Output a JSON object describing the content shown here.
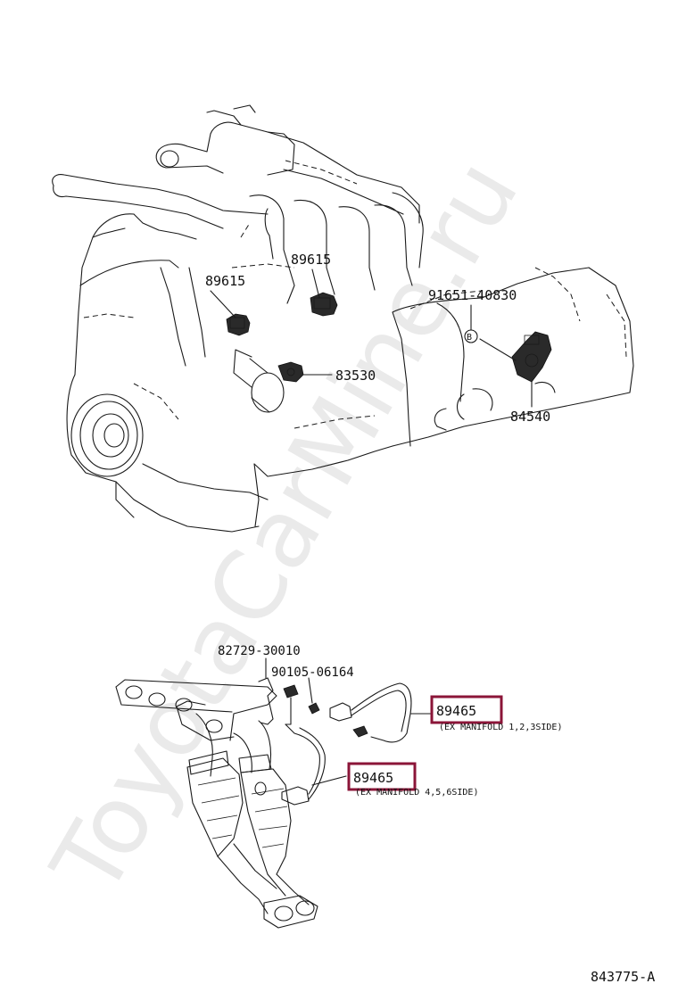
{
  "watermark": "ToyotaCarMine.ru",
  "engine_section": {
    "labels": {
      "sensor_left": "89615",
      "sensor_right": "89615",
      "bolt": "91651-40830",
      "circle_marker": "B",
      "oil_switch": "83530",
      "sensor_rear": "84540"
    }
  },
  "exhaust_section": {
    "labels": {
      "bracket": "82729-30010",
      "clamp": "90105-06164",
      "o2_sensor_upper": "89465",
      "o2_sensor_upper_note": "(EX MANIFOLD 1,2,3SIDE)",
      "o2_sensor_lower": "89465",
      "o2_sensor_lower_note": "(EX MANIFOLD 4,5,6SIDE)"
    },
    "highlight_color": "#8b1538"
  },
  "diagram_code": "843775-A"
}
